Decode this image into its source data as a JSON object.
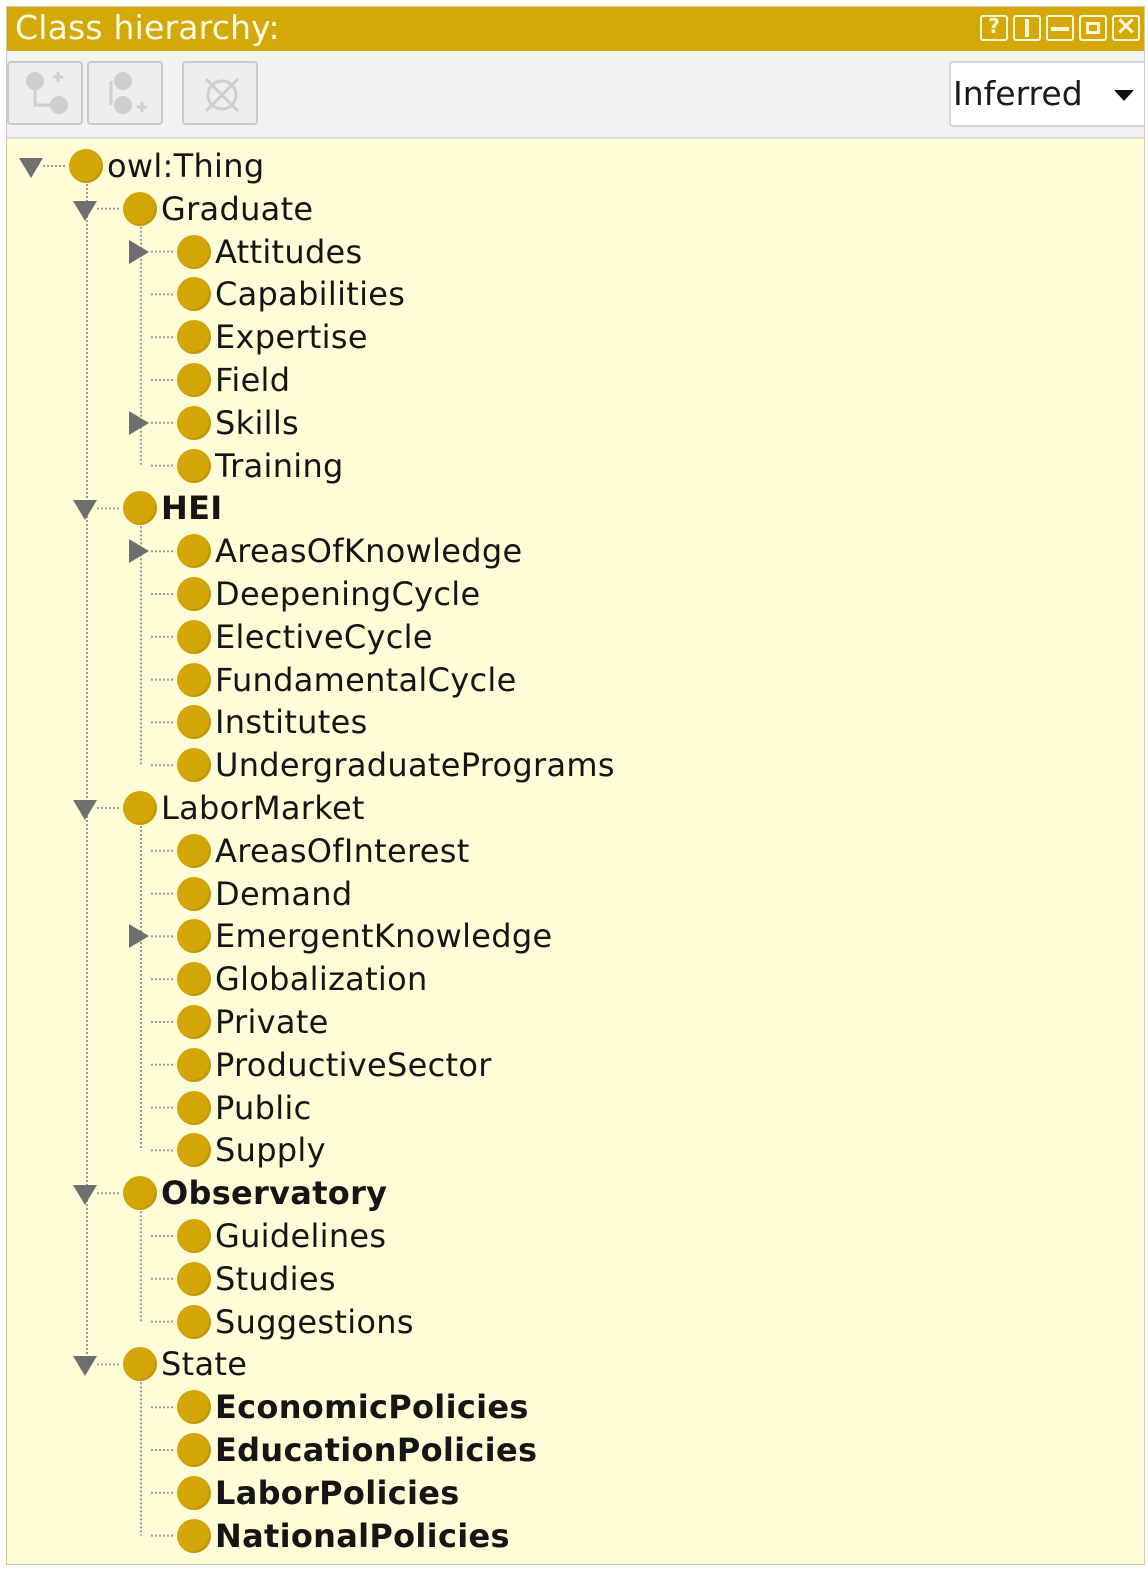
{
  "panel": {
    "title": "Class hierarchy:",
    "window_buttons": [
      "help-icon",
      "split-icon",
      "minimize-icon",
      "maximize-icon",
      "close-icon"
    ]
  },
  "toolbar": {
    "buttons": [
      {
        "name": "add-subclass-icon"
      },
      {
        "name": "add-sibling-class-icon"
      },
      {
        "name": "delete-class-icon"
      }
    ],
    "view_mode": "Inferred"
  },
  "tree": {
    "root": "owl:Thing",
    "groups": [
      {
        "label": "Graduate",
        "bold": false,
        "children": [
          {
            "label": "Attitudes",
            "expandable": true,
            "bold": false
          },
          {
            "label": "Capabilities",
            "expandable": false,
            "bold": false
          },
          {
            "label": "Expertise",
            "expandable": false,
            "bold": false
          },
          {
            "label": "Field",
            "expandable": false,
            "bold": false
          },
          {
            "label": "Skills",
            "expandable": true,
            "bold": false
          },
          {
            "label": "Training",
            "expandable": false,
            "bold": false
          }
        ]
      },
      {
        "label": "HEI",
        "bold": true,
        "children": [
          {
            "label": "AreasOfKnowledge",
            "expandable": true,
            "bold": false
          },
          {
            "label": "DeepeningCycle",
            "expandable": false,
            "bold": false
          },
          {
            "label": "ElectiveCycle",
            "expandable": false,
            "bold": false
          },
          {
            "label": "FundamentalCycle",
            "expandable": false,
            "bold": false
          },
          {
            "label": "Institutes",
            "expandable": false,
            "bold": false
          },
          {
            "label": "UndergraduatePrograms",
            "expandable": false,
            "bold": false
          }
        ]
      },
      {
        "label": "LaborMarket",
        "bold": false,
        "children": [
          {
            "label": "AreasOfInterest",
            "expandable": false,
            "bold": false
          },
          {
            "label": "Demand",
            "expandable": false,
            "bold": false
          },
          {
            "label": "EmergentKnowledge",
            "expandable": true,
            "bold": false
          },
          {
            "label": "Globalization",
            "expandable": false,
            "bold": false
          },
          {
            "label": "Private",
            "expandable": false,
            "bold": false
          },
          {
            "label": "ProductiveSector",
            "expandable": false,
            "bold": false
          },
          {
            "label": "Public",
            "expandable": false,
            "bold": false
          },
          {
            "label": "Supply",
            "expandable": false,
            "bold": false
          }
        ]
      },
      {
        "label": "Observatory",
        "bold": true,
        "children": [
          {
            "label": "Guidelines",
            "expandable": false,
            "bold": false
          },
          {
            "label": "Studies",
            "expandable": false,
            "bold": false
          },
          {
            "label": "Suggestions",
            "expandable": false,
            "bold": false
          }
        ]
      },
      {
        "label": "State",
        "bold": false,
        "children": [
          {
            "label": "EconomicPolicies",
            "expandable": false,
            "bold": true
          },
          {
            "label": "EducationPolicies",
            "expandable": false,
            "bold": true
          },
          {
            "label": "LaborPolicies",
            "expandable": false,
            "bold": true
          },
          {
            "label": "NationalPolicies",
            "expandable": false,
            "bold": true
          }
        ]
      }
    ]
  }
}
